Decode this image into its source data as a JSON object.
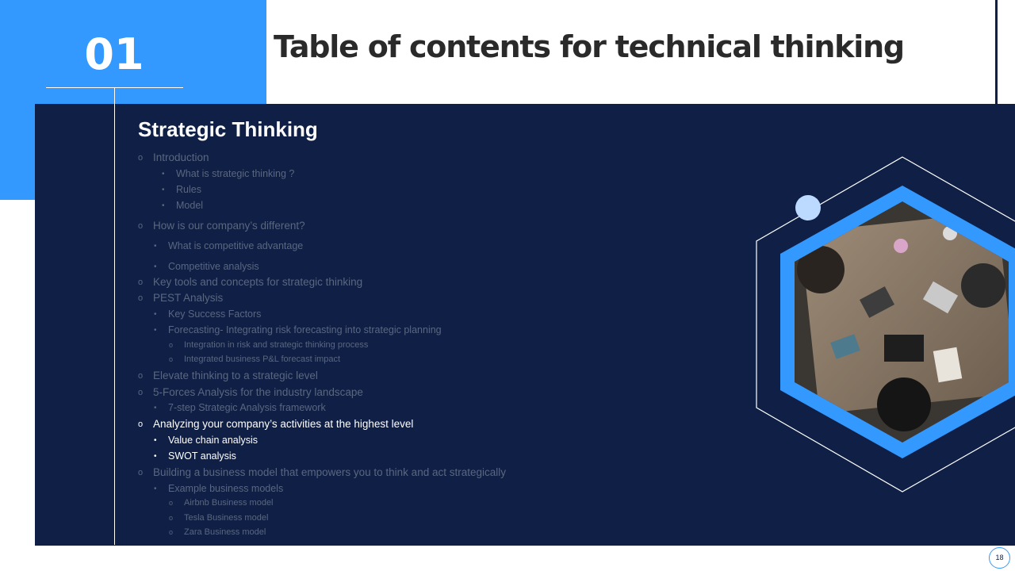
{
  "slide": {
    "section_number": "01",
    "title": "Table of contents for technical thinking",
    "section_heading": "Strategic Thinking",
    "page_number": "18"
  },
  "colors": {
    "accent_blue": "#3399ff",
    "navy": "#0f1f45",
    "muted_text": "#5a6780",
    "active_text": "#ffffff"
  },
  "icons": {
    "level1_marker": "hollow-circle-icon",
    "level2_marker": "bullet-dot-icon",
    "level3_marker": "hollow-circle-icon"
  },
  "toc": [
    {
      "text": "Introduction",
      "marker": "o"
    },
    {
      "text": "What is strategic thinking ?",
      "marker": "•"
    },
    {
      "text": "Rules",
      "marker": "•"
    },
    {
      "text": "Model",
      "marker": "•"
    },
    {
      "text": "How is our company’s different?",
      "marker": "o"
    },
    {
      "text": "What is competitive  advantage",
      "marker": "•"
    },
    {
      "text": "Competitive  analysis",
      "marker": "•"
    },
    {
      "text": "Key tools and concepts for strategic thinking",
      "marker": "o"
    },
    {
      "text": "PEST Analysis",
      "marker": "o"
    },
    {
      "text": "Key Success Factors",
      "marker": "•"
    },
    {
      "text": "Forecasting- Integrating  risk forecasting  into strategic planning",
      "marker": "•"
    },
    {
      "text": "Integration in risk and strategic thinking process",
      "marker": "o"
    },
    {
      "text": "Integrated business P&L forecast impact",
      "marker": "o"
    },
    {
      "text": "Elevate thinking to a strategic level",
      "marker": "o"
    },
    {
      "text": "5-Forces Analysis for the industry landscape",
      "marker": "o"
    },
    {
      "text": "7-step Strategic Analysis framework",
      "marker": "•"
    },
    {
      "text": "Analyzing your company’s activities at the highest level",
      "marker": "o"
    },
    {
      "text": "Value chain analysis",
      "marker": "•"
    },
    {
      "text": "SWOT analysis",
      "marker": "•"
    },
    {
      "text": "Building a business model that empowers you to think and act strategically",
      "marker": "o"
    },
    {
      "text": "Example business models",
      "marker": "•"
    },
    {
      "text": "Airbnb Business model",
      "marker": "o"
    },
    {
      "text": "Tesla Business model",
      "marker": "o"
    },
    {
      "text": "Zara Business model",
      "marker": "o"
    }
  ]
}
